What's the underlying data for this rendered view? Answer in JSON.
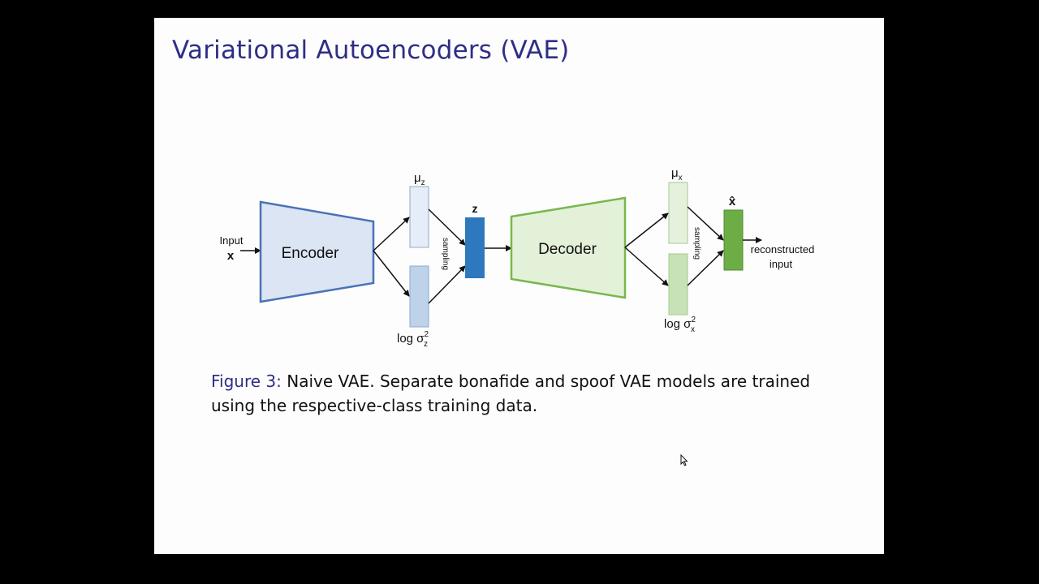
{
  "slide": {
    "title": "Variational Autoencoders (VAE)"
  },
  "diagram": {
    "input_label": "Input",
    "input_var": "x",
    "encoder_label": "Encoder",
    "mu_z": "μ",
    "mu_z_sub": "z",
    "logvar_z": "log σ",
    "logvar_z_sup": "2",
    "logvar_z_sub": "z",
    "sampling_label_1": "sampling",
    "latent_label": "z",
    "decoder_label": "Decoder",
    "mu_x": "μ",
    "mu_x_sub": "x",
    "logvar_x": "log σ",
    "logvar_x_sup": "2",
    "logvar_x_sub": "x",
    "sampling_label_2": "sampling",
    "output_var": "x̂",
    "output_label_line1": "reconstructed",
    "output_label_line2": "input",
    "colors": {
      "encoder_fill": "#dbe5f4",
      "encoder_stroke": "#4a73b5",
      "decoder_fill": "#e3f1d9",
      "decoder_stroke": "#78b74f",
      "z_block": "#2e79bd",
      "xhat_block": "#6cad45"
    }
  },
  "caption": {
    "figure_label": "Figure 3:",
    "text": "Naive VAE. Separate bonafide and spoof VAE models are trained using the respective-class training data."
  },
  "cursor": {
    "icon": "mouse-pointer-icon"
  }
}
